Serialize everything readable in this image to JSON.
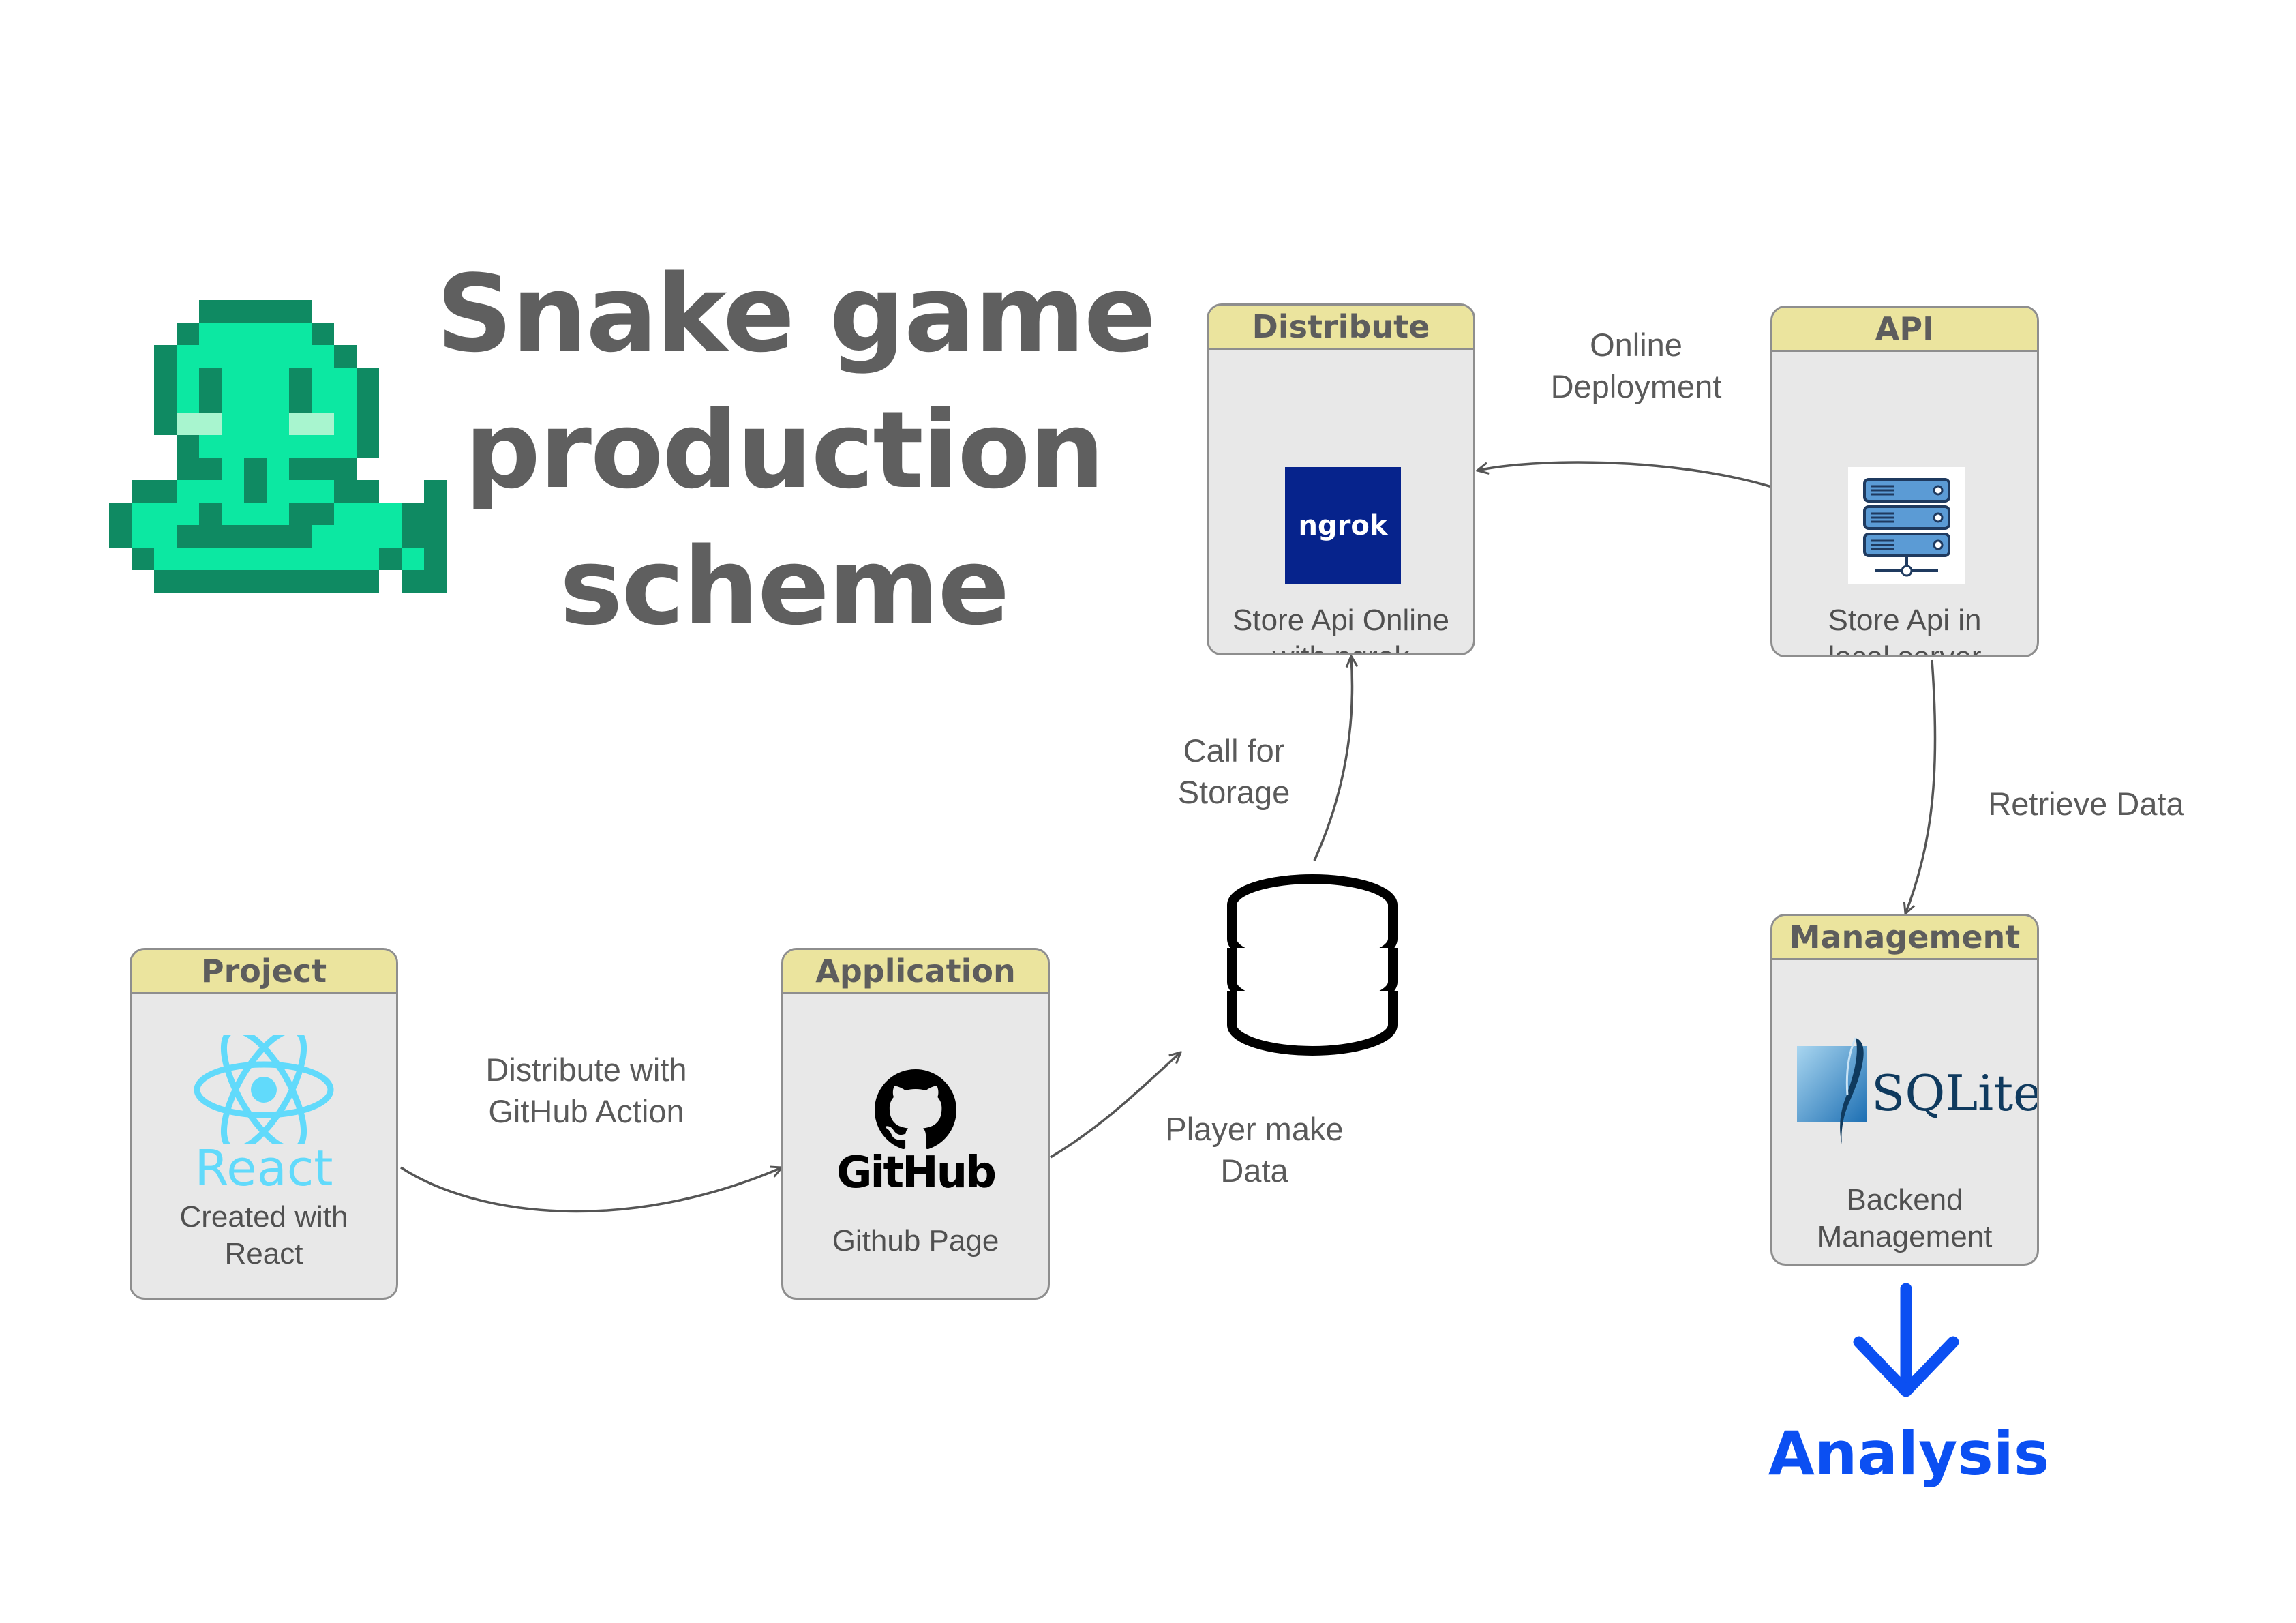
{
  "title": {
    "line1": "Snake game",
    "line2": "production",
    "line3": "scheme"
  },
  "cards": {
    "project": {
      "header": "Project",
      "icon_text": "React",
      "caption1": "Created with",
      "caption2": "React"
    },
    "application": {
      "header": "Application",
      "icon_text": "GitHub",
      "caption1": "Github Page"
    },
    "distribute": {
      "header": "Distribute",
      "icon_text": "ngrok",
      "caption1": "Store Api Online",
      "caption2": "with ngrok"
    },
    "api": {
      "header": "API",
      "caption1": "Store Api in",
      "caption2": "local server"
    },
    "management": {
      "header": "Management",
      "icon_text": "SQLite",
      "caption1": "Backend",
      "caption2": "Management"
    }
  },
  "edges": {
    "distribute_github_action": {
      "line1": "Distribute with",
      "line2": "GitHub Action"
    },
    "player_make_data": {
      "line1": "Player make",
      "line2": "Data"
    },
    "call_for_storage": {
      "line1": "Call for",
      "line2": "Storage"
    },
    "online_deployment": {
      "line1": "Online",
      "line2": "Deployment"
    },
    "retrieve_data": {
      "line1": "Retrieve Data"
    }
  },
  "analysis": "Analysis",
  "colors": {
    "header_fill": "#ebe49e",
    "card_fill": "#e8e8e8",
    "title": "#5f5f5f",
    "analysis": "#0b4ff2",
    "react": "#61dafb",
    "ngrok": "#06238c",
    "snake": "#0ce8a2"
  },
  "icons": {
    "snake": "pixel-snake-icon",
    "react": "react-icon",
    "github": "github-icon",
    "database": "database-icon",
    "ngrok": "ngrok-icon",
    "server": "server-icon",
    "sqlite": "sqlite-icon",
    "arrow": "arrow-down-icon"
  }
}
